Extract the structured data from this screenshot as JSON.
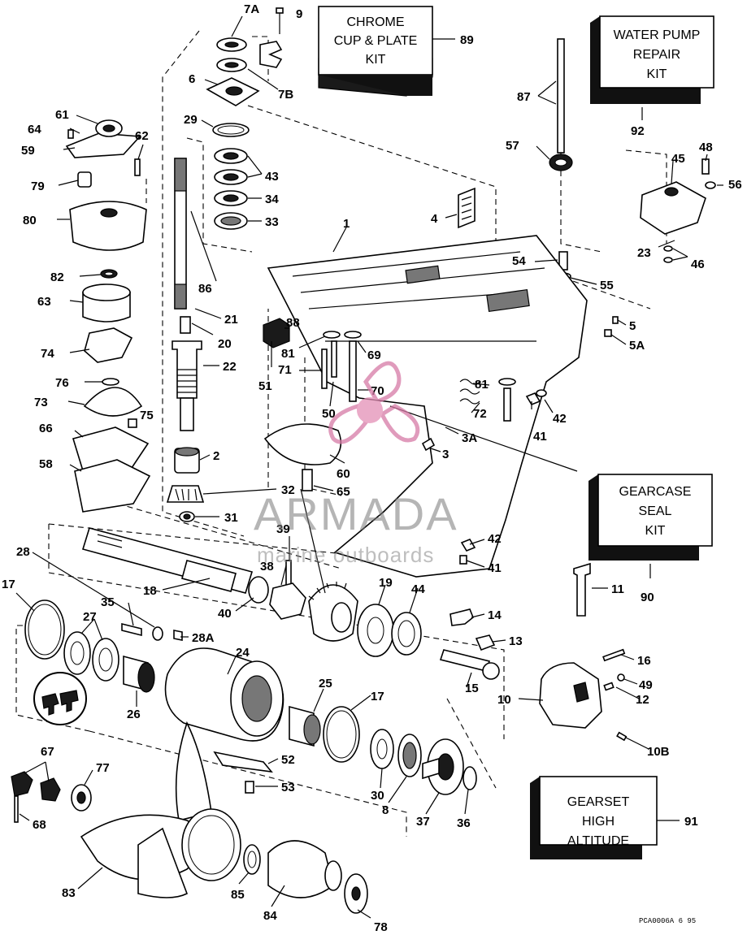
{
  "kits": {
    "chrome": [
      "CHROME",
      "CUP & PLATE",
      "KIT"
    ],
    "chrome_num": "89",
    "water_pump": [
      "WATER PUMP",
      "REPAIR",
      "KIT"
    ],
    "water_pump_num": "92",
    "gearcase_seal": [
      "GEARCASE",
      "SEAL",
      "KIT"
    ],
    "gearcase_seal_num": "90",
    "gearset": [
      "GEARSET",
      "HIGH",
      "ALTITUDE"
    ],
    "gearset_num": "91"
  },
  "watermark": {
    "main": "ARMADA",
    "sub": "marine outboards"
  },
  "footer_code": "PCA0006A   6 95",
  "callouts": [
    "7A",
    "9",
    "6",
    "7B",
    "29",
    "43",
    "34",
    "33",
    "86",
    "21",
    "20",
    "22",
    "2",
    "32",
    "31",
    "61",
    "64",
    "59",
    "62",
    "79",
    "80",
    "82",
    "63",
    "74",
    "76",
    "73",
    "75",
    "66",
    "58",
    "87",
    "57",
    "45",
    "48",
    "56",
    "23",
    "46",
    "54",
    "55",
    "5",
    "5A",
    "4",
    "1",
    "88",
    "81",
    "69",
    "51",
    "71",
    "70",
    "50",
    "81",
    "72",
    "42",
    "41",
    "3A",
    "3",
    "60",
    "65",
    "42",
    "41",
    "11",
    "39",
    "38",
    "40",
    "18",
    "19",
    "44",
    "28",
    "17",
    "27",
    "35",
    "28A",
    "24",
    "14",
    "13",
    "16",
    "49",
    "12",
    "10",
    "10B",
    "15",
    "26",
    "25",
    "17",
    "67",
    "77",
    "52",
    "53",
    "68",
    "30",
    "8",
    "37",
    "36",
    "83",
    "85",
    "84",
    "78"
  ]
}
